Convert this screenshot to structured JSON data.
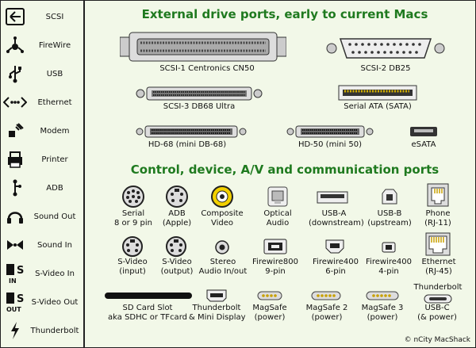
{
  "sidebar": {
    "items": [
      {
        "icon": "scsi-icon",
        "glyph": "◄",
        "label": "SCSI"
      },
      {
        "icon": "firewire-icon",
        "glyph": "✻",
        "label": "FireWire"
      },
      {
        "icon": "usb-icon",
        "glyph": "Ψ",
        "label": "USB"
      },
      {
        "icon": "ethernet-icon",
        "glyph": "‹···›",
        "label": "Ethernet"
      },
      {
        "icon": "modem-icon",
        "glyph": "☎",
        "label": "Modem"
      },
      {
        "icon": "printer-icon",
        "glyph": "▤",
        "label": "Printer"
      },
      {
        "icon": "adb-icon",
        "glyph": "↕",
        "label": "ADB"
      },
      {
        "icon": "sound-out-icon",
        "glyph": "♫",
        "label": "Sound Out"
      },
      {
        "icon": "sound-in-icon",
        "glyph": "⋈",
        "label": "Sound In"
      },
      {
        "icon": "svideo-in-icon",
        "glyph": "S IN",
        "label": "S-Video In"
      },
      {
        "icon": "svideo-out-icon",
        "glyph": "S OUT",
        "label": "S-Video Out"
      },
      {
        "icon": "thunderbolt-icon",
        "glyph": "ϟ",
        "label": "Thunderbolt"
      }
    ]
  },
  "section1": {
    "title": "External drive ports, early to current Macs"
  },
  "section2": {
    "title": "Control, device, A/V and communication ports"
  },
  "drive_ports": {
    "scsi1": "SCSI-1  Centronics CN50",
    "scsi2": "SCSI-2  DB25",
    "scsi3": "SCSI-3  DB68 Ultra",
    "sata": "Serial ATA (SATA)",
    "hd68": "HD-68 (mini DB-68)",
    "hd50": "HD-50 (mini 50)",
    "esata": "eSATA"
  },
  "control_ports": {
    "serial": [
      "Serial",
      "8 or 9 pin"
    ],
    "adb": [
      "ADB",
      "(Apple)"
    ],
    "composite": [
      "Composite",
      "Video"
    ],
    "optical": [
      "Optical",
      "Audio"
    ],
    "usba": [
      "USB-A",
      "(downstream)"
    ],
    "usbb": [
      "USB-B",
      "(upstream)"
    ],
    "phone": [
      "Phone",
      "(RJ-11)"
    ],
    "svin": [
      "S-Video",
      "(input)"
    ],
    "svout": [
      "S-Video",
      "(output)"
    ],
    "stereo": [
      "Stereo",
      "Audio In/out"
    ],
    "fw800": [
      "Firewire800",
      "9-pin"
    ],
    "fw400_6": [
      "Firewire400",
      "6-pin"
    ],
    "fw400_4": [
      "Firewire400",
      "4-pin"
    ],
    "ethernet": [
      "Ethernet",
      "(RJ-45)"
    ],
    "sdcard": [
      "SD Card Slot",
      "aka SDHC or TFcard"
    ],
    "tb": [
      "Thunderbolt",
      "& Mini Display"
    ],
    "magsafe": [
      "MagSafe",
      "(power)"
    ],
    "magsafe2": [
      "MagSafe 2",
      "(power)"
    ],
    "magsafe3": [
      "MagSafe 3",
      "(power)"
    ],
    "usbc_top": "Thunderbolt",
    "usbc": [
      "USB-C",
      "(& power)"
    ]
  },
  "credit": "© nCity MacShack"
}
